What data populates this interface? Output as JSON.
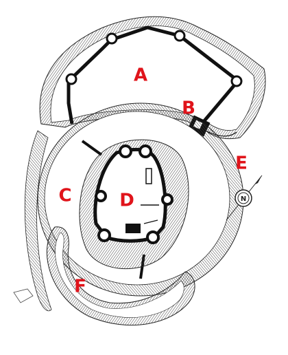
{
  "plan": {
    "labels": {
      "a": "A",
      "b": "B",
      "c": "C",
      "d": "D",
      "e": "E",
      "f": "F"
    },
    "compass": {
      "icon": "north-arrow-icon",
      "glyph": "N"
    },
    "colors": {
      "label": "#e0141b",
      "wall": "#111111",
      "hachure": "#333333",
      "background": "#ffffff"
    }
  }
}
